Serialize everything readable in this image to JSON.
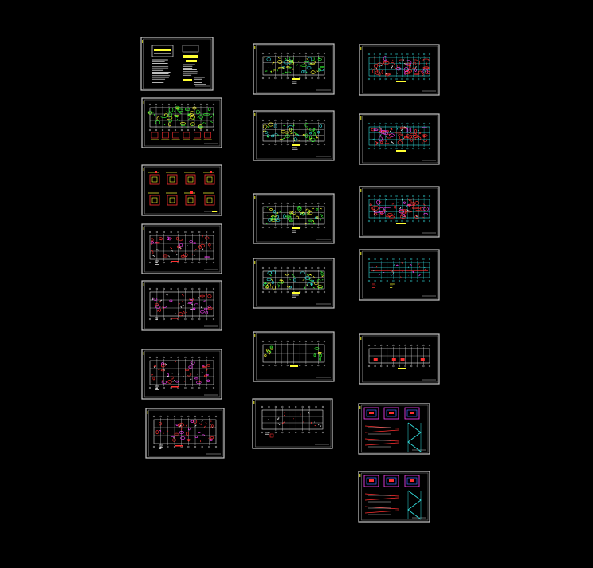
{
  "canvas": {
    "background": "#000000"
  },
  "palette": {
    "frame": "#c8c8c8",
    "grid": "#e6e6e6",
    "red": "#ff3030",
    "yellow": "#ffff33",
    "green": "#33ff33",
    "cyan": "#33dddd",
    "magenta": "#ff44ff",
    "blue": "#4466ff",
    "white": "#ffffff"
  },
  "sheets": [
    {
      "id": "c1-s1",
      "kind": "cover"
    },
    {
      "id": "c1-s2",
      "kind": "green-plan"
    },
    {
      "id": "c1-s3",
      "kind": "details"
    },
    {
      "id": "c1-s4",
      "kind": "foundation"
    },
    {
      "id": "c1-s5",
      "kind": "foundation"
    },
    {
      "id": "c1-s6",
      "kind": "foundation"
    },
    {
      "id": "c1-s7",
      "kind": "foundation"
    },
    {
      "id": "c2-s1",
      "kind": "floor-plan"
    },
    {
      "id": "c2-s2",
      "kind": "floor-plan"
    },
    {
      "id": "c2-s3",
      "kind": "floor-plan"
    },
    {
      "id": "c2-s4",
      "kind": "floor-plan"
    },
    {
      "id": "c2-s5",
      "kind": "roof-plan"
    },
    {
      "id": "c2-s6",
      "kind": "sparse-plan"
    },
    {
      "id": "c3-s1",
      "kind": "reinforcement"
    },
    {
      "id": "c3-s2",
      "kind": "reinforcement"
    },
    {
      "id": "c3-s3",
      "kind": "reinforcement"
    },
    {
      "id": "c3-s4",
      "kind": "beam-plan"
    },
    {
      "id": "c3-s5",
      "kind": "roof-plan-red"
    },
    {
      "id": "c3-s6",
      "kind": "stair-detail"
    },
    {
      "id": "c3-s7",
      "kind": "stair-detail"
    }
  ]
}
